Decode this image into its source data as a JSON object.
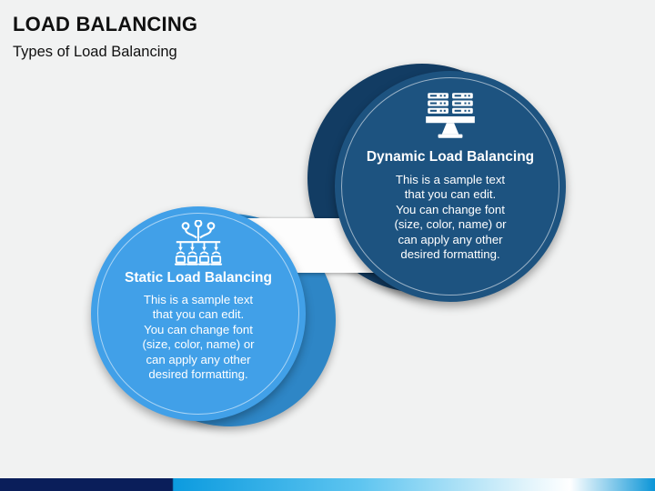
{
  "header": {
    "title": "LOAD BALANCING",
    "subtitle": "Types of Load Balancing"
  },
  "circles": {
    "dynamic": {
      "title": "Dynamic Load Balancing",
      "icon": "server-rack-balance-icon",
      "fill": "#1D5380",
      "behind_fill": "#123C63",
      "lines": [
        "This is a sample text",
        "that you can edit.",
        "You can change font",
        "(size, color, name) or",
        "can apply any other",
        "desired formatting."
      ]
    },
    "static": {
      "title": "Static Load Balancing",
      "icon": "load-distribution-icon",
      "fill": "#41A0E8",
      "behind_fill": "#2E86C6",
      "lines": [
        "This is a sample text",
        "that you can edit.",
        "You can change font",
        "(size, color, name) or",
        "can apply any other",
        "desired formatting."
      ]
    }
  },
  "footer": {
    "bar_colors": {
      "navy": "#0A1E5A",
      "blue": "#0C9BDF",
      "light": "#FFFFFF",
      "right_blue": "#0B95D7"
    }
  }
}
